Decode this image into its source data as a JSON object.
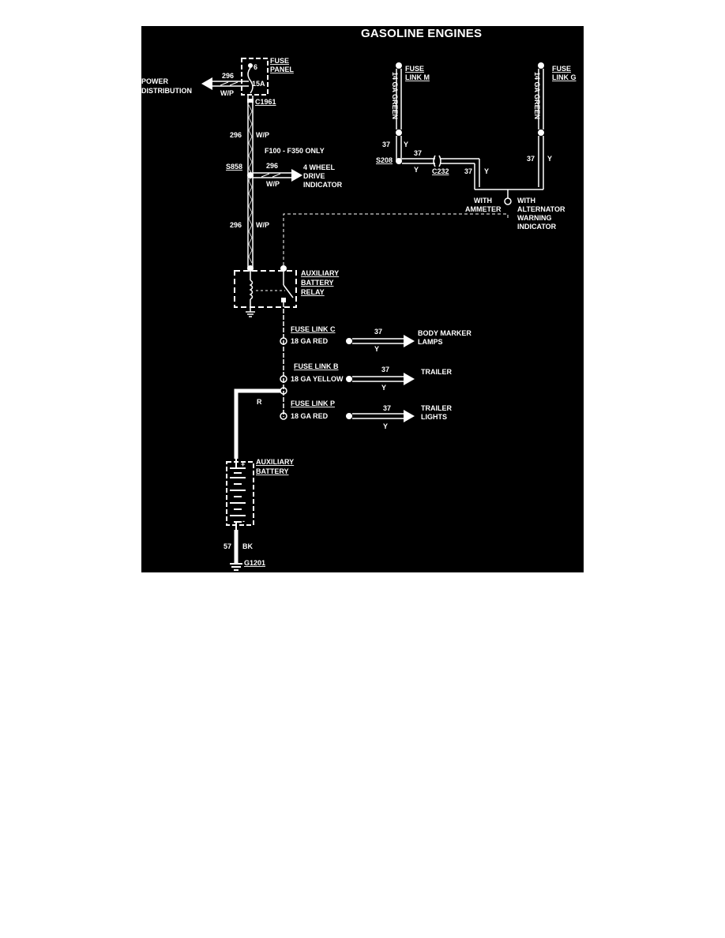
{
  "title": "GASOLINE ENGINES",
  "fuse_panel": {
    "label_line1": "FUSE",
    "label_line2": "PANEL",
    "fuse_number": "6",
    "fuse_rating": "15A"
  },
  "power_distribution": {
    "circuit": "296",
    "wire_color": "W/P",
    "line1": "POWER",
    "line2": "DISTRIBUTION"
  },
  "connector_c1961": "C1961",
  "main_wire_upper": {
    "circuit": "296",
    "wire_color": "W/P"
  },
  "model_note": "F100 - F350 ONLY",
  "splice_s858": "S858",
  "four_wd": {
    "circuit": "296",
    "wire_color": "W/P",
    "line1": "4 WHEEL",
    "line2": "DRIVE",
    "line3": "INDICATOR"
  },
  "main_wire_lower": {
    "circuit": "296",
    "wire_color": "W/P"
  },
  "relay": {
    "line1": "AUXILIARY",
    "line2": "BATTERY",
    "line3": "RELAY"
  },
  "fuse_link_m": {
    "line1": "FUSE",
    "line2": "LINK M",
    "gauge": "14 GA GREEN",
    "circuit": "37",
    "wire_color": "Y"
  },
  "fuse_link_g": {
    "line1": "FUSE",
    "line2": "LINK G",
    "gauge": "14 GA GREEN",
    "circuit": "37",
    "wire_color": "Y"
  },
  "splice_s208": "S208",
  "s208_wire": {
    "circuit": "37",
    "wire_color": "Y"
  },
  "connector_c232": "C232",
  "c232_wire": {
    "circuit": "37",
    "wire_color": "Y"
  },
  "with_ammeter": {
    "line1": "WITH",
    "line2": "AMMETER"
  },
  "with_alternator": {
    "line1": "WITH",
    "line2": "ALTERNATOR",
    "line3": "WARNING",
    "line4": "INDICATOR"
  },
  "fuse_link_c": {
    "name": "FUSE LINK C",
    "gauge": "18 GA RED",
    "circuit": "37",
    "wire_color": "Y",
    "dest_line1": "BODY MARKER",
    "dest_line2": "LAMPS"
  },
  "fuse_link_b": {
    "name": "FUSE LINK B",
    "gauge": "18 GA YELLOW",
    "circuit": "37",
    "wire_color": "Y",
    "dest_line1": "TRAILER"
  },
  "fuse_link_p": {
    "name": "FUSE LINK P",
    "gauge": "18 GA RED",
    "circuit": "37",
    "wire_color": "Y",
    "dest_line1": "TRAILER",
    "dest_line2": "LIGHTS"
  },
  "battery_feed": {
    "wire_color": "R"
  },
  "aux_battery": {
    "line1": "AUXILIARY",
    "line2": "BATTERY",
    "positive": "+",
    "negative": "-"
  },
  "ground_wire": {
    "circuit": "57",
    "wire_color": "BK"
  },
  "ground_g1201": "G1201",
  "colors": {
    "background": "#000000",
    "ink": "#ffffff",
    "page": "#ffffff"
  }
}
